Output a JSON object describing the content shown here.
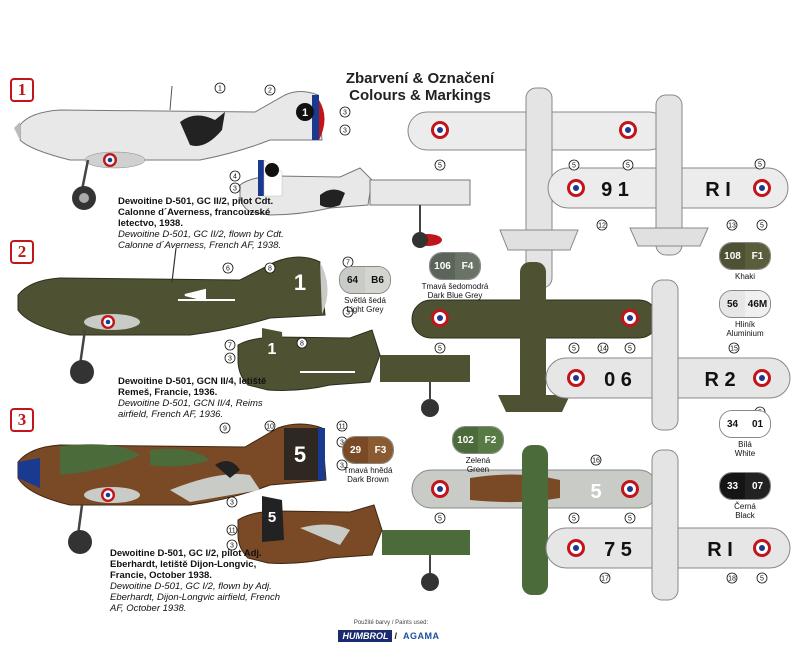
{
  "title": {
    "line1": "Zbarvení & Označení",
    "line2": "Colours & Markings"
  },
  "schemes": [
    {
      "number": "1",
      "caption_cz": "Dewoitine D-501, GC II/2, pilot Cdt. Calonne d´Averness, francouzské letectvo, 1938.",
      "caption_en": "Dewoitine D-501, GC II/2, flown by Cdt. Calonne d´Averness, French AF, 1938.",
      "fuselage_code": "1",
      "wing_code": "9 1",
      "wing_code_right": "R I"
    },
    {
      "number": "2",
      "caption_cz": "Dewoitine D-501, GCN II/4, letiště Remeš, Francie, 1936.",
      "caption_en": "Dewoitine D-501, GCN II/4, Reims airfield, French AF, 1936.",
      "fuselage_code": "1",
      "wing_code": "0 6",
      "wing_code_right": "R 2"
    },
    {
      "number": "3",
      "caption_cz": "Dewoitine D-501, GC I/2, pilot Adj. Eberhardt, letiště Dijon-Longvic, Francie, October 1938.",
      "caption_en": "Dewoitine D-501, GC I/2, flown by Adj. Eberhardt, Dijon-Longvic airfield, French AF, October 1938.",
      "fuselage_code": "5",
      "wing_code": "7 5",
      "wing_code_right": "R I"
    }
  ],
  "paints": [
    {
      "codes": [
        "106",
        "F4"
      ],
      "cz": "Tmavá šedomodrá",
      "en": "Dark Blue Grey",
      "colors": [
        "#5a6458",
        "#5a6458"
      ]
    },
    {
      "codes": [
        "64",
        "B6"
      ],
      "cz": "Světlá šedá",
      "en": "Light Grey",
      "colors": [
        "#c9ccc6",
        "#c9ccc6"
      ]
    },
    {
      "codes": [
        "108",
        "F1"
      ],
      "cz": "",
      "en": "Khaki",
      "colors": [
        "#4e5232",
        "#4e5232"
      ]
    },
    {
      "codes": [
        "56",
        "46M"
      ],
      "cz": "Hliník",
      "en": "Aluminium",
      "colors": [
        "#e6e6e6",
        "#e6e6e6"
      ]
    },
    {
      "codes": [
        "29",
        "F3"
      ],
      "cz": "Tmavá hnědá",
      "en": "Dark Brown",
      "colors": [
        "#7a4a26",
        "#7a4a26"
      ]
    },
    {
      "codes": [
        "102",
        "F2"
      ],
      "cz": "Zelená",
      "en": "Green",
      "colors": [
        "#4c6b3a",
        "#4c6b3a"
      ]
    },
    {
      "codes": [
        "34",
        "01"
      ],
      "cz": "Bílá",
      "en": "White",
      "colors": [
        "#ffffff",
        "#ffffff"
      ]
    },
    {
      "codes": [
        "33",
        "07"
      ],
      "cz": "Černá",
      "en": "Black",
      "colors": [
        "#151515",
        "#151515"
      ]
    }
  ],
  "brands": {
    "used_paints": "Použité barvy / Paints used:",
    "humbrol": "HUMBROL",
    "agama": "AGAMA"
  },
  "callouts": [
    "1",
    "2",
    "3",
    "4",
    "5",
    "6",
    "7",
    "8",
    "9",
    "10",
    "11",
    "12",
    "13",
    "14",
    "15",
    "16",
    "17",
    "18"
  ]
}
